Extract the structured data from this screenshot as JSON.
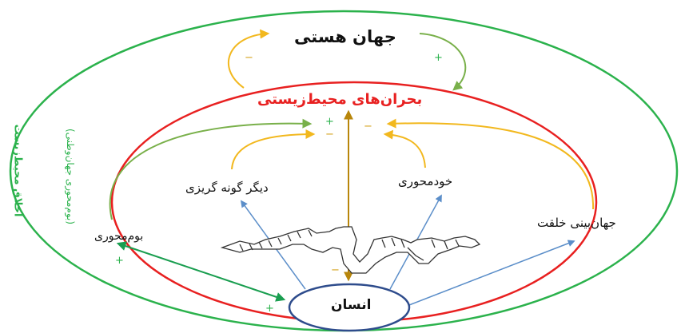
{
  "diagram": {
    "title_outer": "جهان هستی",
    "title_inner": "بحران‌های محیط‌زیستی",
    "human": "انسان",
    "node_othering": "دیگر گونه گریزی",
    "node_self_centered": "خودمحوری",
    "node_worldview": "جهان‌بینی خلقت",
    "node_ecocentric": "بوم‌محوری",
    "side_label_line1": "اخلاق محیط‌زیست",
    "side_label_line2": "(بوم‌محوری جهان‌وطنی)",
    "signs": {
      "top_left": "−",
      "top_right": "+",
      "center_plus": "+",
      "center_minus_left": "−",
      "center_minus_right": "−",
      "bottom_minus": "−",
      "left_plus_upper": "+",
      "left_plus_lower": "+"
    },
    "colors": {
      "outer_ellipse": "#2bb24c",
      "inner_ellipse": "#e82020",
      "human_ellipse": "#2e4c8c",
      "title_inner": "#e82020",
      "arrow_yellow": "#f2b81e",
      "arrow_green": "#79b04a",
      "arrow_blue": "#5b8ec9",
      "arrow_brown": "#b8860b",
      "arrow_ethics": "#1a9e50",
      "sign_orange": "#d4a017",
      "sign_green": "#2bb24c"
    }
  }
}
